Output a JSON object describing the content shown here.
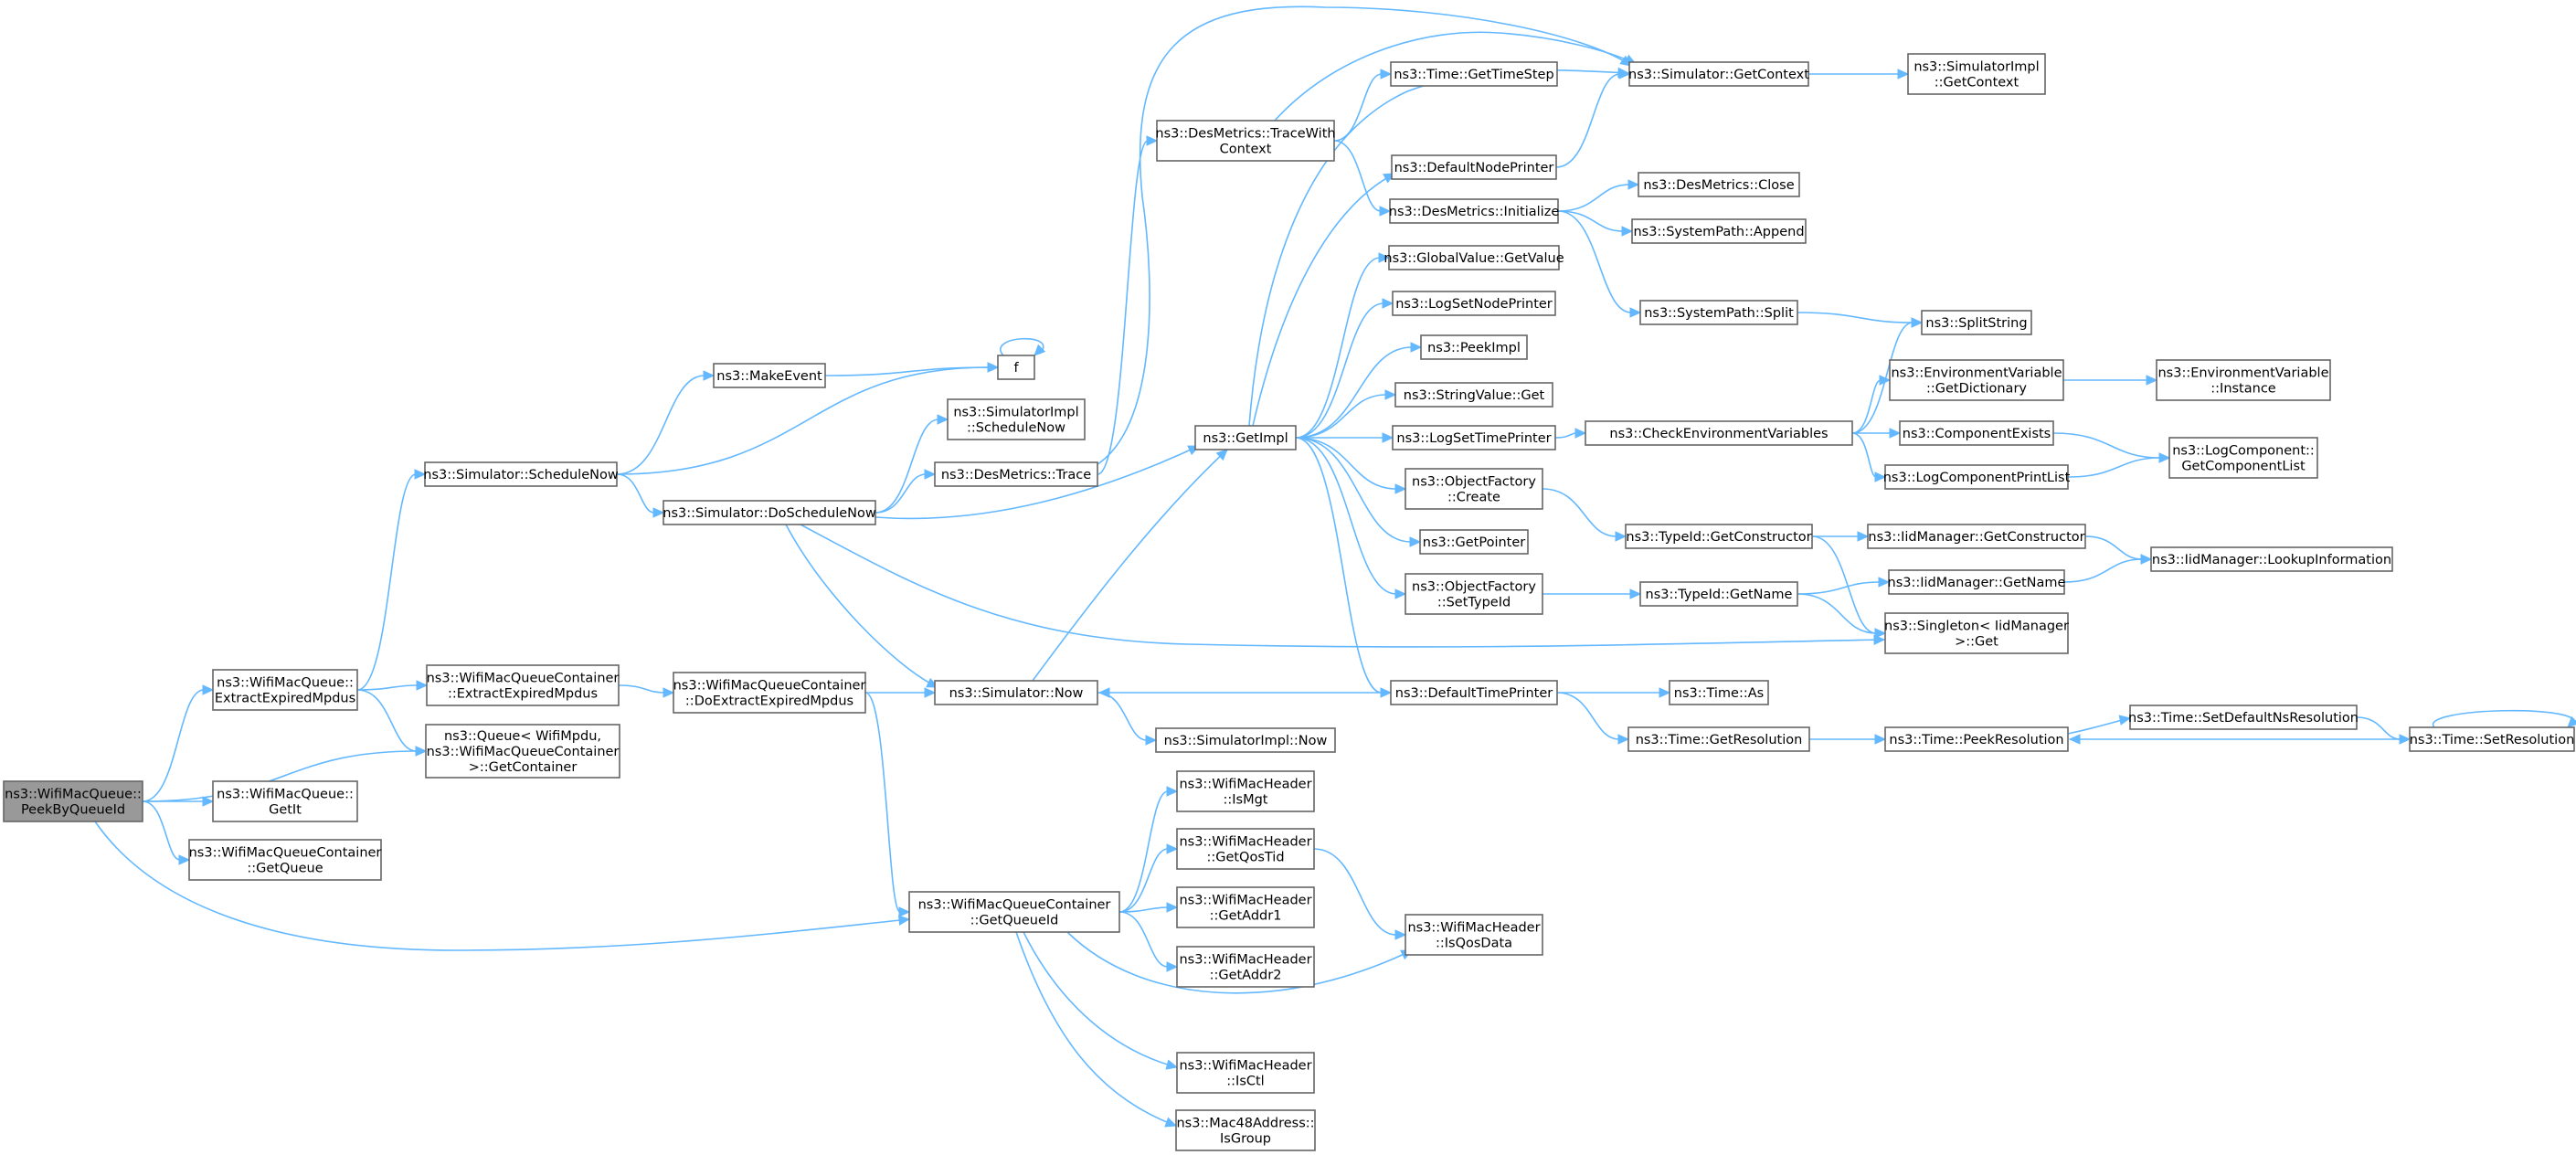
{
  "colors": {
    "edge": "#63b8ff",
    "node_border": "#666666",
    "root_fill": "#999999",
    "node_fill": "#ffffff"
  },
  "graph": {
    "root": "peek",
    "nodes": [
      {
        "id": "peek",
        "lines": [
          "ns3::WifiMacQueue::",
          "PeekByQueueId"
        ]
      },
      {
        "id": "extractExpired",
        "lines": [
          "ns3::WifiMacQueue::",
          "ExtractExpiredMpdus"
        ]
      },
      {
        "id": "queueGetContainer",
        "lines": [
          "ns3::Queue< WifiMpdu,",
          "ns3::WifiMacQueueContainer",
          ">::GetContainer"
        ]
      },
      {
        "id": "getIt",
        "lines": [
          "ns3::WifiMacQueue::",
          "GetIt"
        ]
      },
      {
        "id": "containerGetQueue",
        "lines": [
          "ns3::WifiMacQueueContainer",
          "::GetQueue"
        ]
      },
      {
        "id": "getQueueId",
        "lines": [
          "ns3::WifiMacQueueContainer",
          "::GetQueueId"
        ]
      },
      {
        "id": "scheduleNow",
        "lines": [
          "ns3::Simulator::ScheduleNow"
        ]
      },
      {
        "id": "containerExtract",
        "lines": [
          "ns3::WifiMacQueueContainer",
          "::ExtractExpiredMpdus"
        ]
      },
      {
        "id": "makeEvent",
        "lines": [
          "ns3::MakeEvent"
        ]
      },
      {
        "id": "f",
        "lines": [
          "f"
        ]
      },
      {
        "id": "doScheduleNow",
        "lines": [
          "ns3::Simulator::DoScheduleNow"
        ]
      },
      {
        "id": "doExtract",
        "lines": [
          "ns3::WifiMacQueueContainer",
          "::DoExtractExpiredMpdus"
        ]
      },
      {
        "id": "implScheduleNow",
        "lines": [
          "ns3::SimulatorImpl",
          "::ScheduleNow"
        ]
      },
      {
        "id": "desTrace",
        "lines": [
          "ns3::DesMetrics::Trace"
        ]
      },
      {
        "id": "simNow",
        "lines": [
          "ns3::Simulator::Now"
        ]
      },
      {
        "id": "implNow",
        "lines": [
          "ns3::SimulatorImpl::Now"
        ]
      },
      {
        "id": "getImpl",
        "lines": [
          "ns3::GetImpl"
        ]
      },
      {
        "id": "traceWithContext",
        "lines": [
          "ns3::DesMetrics::TraceWith",
          "Context"
        ]
      },
      {
        "id": "isMgt",
        "lines": [
          "ns3::WifiMacHeader",
          "::IsMgt"
        ]
      },
      {
        "id": "getQosTid",
        "lines": [
          "ns3::WifiMacHeader",
          "::GetQosTid"
        ]
      },
      {
        "id": "getAddr1",
        "lines": [
          "ns3::WifiMacHeader",
          "::GetAddr1"
        ]
      },
      {
        "id": "getAddr2",
        "lines": [
          "ns3::WifiMacHeader",
          "::GetAddr2"
        ]
      },
      {
        "id": "isCtl",
        "lines": [
          "ns3::WifiMacHeader",
          "::IsCtl"
        ]
      },
      {
        "id": "isGroup",
        "lines": [
          "ns3::Mac48Address::",
          "IsGroup"
        ]
      },
      {
        "id": "getTimeStep",
        "lines": [
          "ns3::Time::GetTimeStep"
        ]
      },
      {
        "id": "defaultNodePrinter",
        "lines": [
          "ns3::DefaultNodePrinter"
        ]
      },
      {
        "id": "desInit",
        "lines": [
          "ns3::DesMetrics::Initialize"
        ]
      },
      {
        "id": "gvGetValue",
        "lines": [
          "ns3::GlobalValue::GetValue"
        ]
      },
      {
        "id": "logSetNodePrinter",
        "lines": [
          "ns3::LogSetNodePrinter"
        ]
      },
      {
        "id": "peekImpl",
        "lines": [
          "ns3::PeekImpl"
        ]
      },
      {
        "id": "stringValueGet",
        "lines": [
          "ns3::StringValue::Get"
        ]
      },
      {
        "id": "logSetTimePrinter",
        "lines": [
          "ns3::LogSetTimePrinter"
        ]
      },
      {
        "id": "ofCreate",
        "lines": [
          "ns3::ObjectFactory",
          "::Create"
        ]
      },
      {
        "id": "getPointer",
        "lines": [
          "ns3::GetPointer"
        ]
      },
      {
        "id": "ofSetTypeId",
        "lines": [
          "ns3::ObjectFactory",
          "::SetTypeId"
        ]
      },
      {
        "id": "defaultTimePrinter",
        "lines": [
          "ns3::DefaultTimePrinter"
        ]
      },
      {
        "id": "isQosData",
        "lines": [
          "ns3::WifiMacHeader",
          "::IsQosData"
        ]
      },
      {
        "id": "simGetContext",
        "lines": [
          "ns3::Simulator::GetContext"
        ]
      },
      {
        "id": "desClose",
        "lines": [
          "ns3::DesMetrics::Close"
        ]
      },
      {
        "id": "spAppend",
        "lines": [
          "ns3::SystemPath::Append"
        ]
      },
      {
        "id": "spSplit",
        "lines": [
          "ns3::SystemPath::Split"
        ]
      },
      {
        "id": "checkEnv",
        "lines": [
          "ns3::CheckEnvironmentVariables"
        ]
      },
      {
        "id": "typeGetConstructor",
        "lines": [
          "ns3::TypeId::GetConstructor"
        ]
      },
      {
        "id": "typeGetName",
        "lines": [
          "ns3::TypeId::GetName"
        ]
      },
      {
        "id": "timeAs",
        "lines": [
          "ns3::Time::As"
        ]
      },
      {
        "id": "timeGetResolution",
        "lines": [
          "ns3::Time::GetResolution"
        ]
      },
      {
        "id": "implGetContext",
        "lines": [
          "ns3::SimulatorImpl",
          "::GetContext"
        ]
      },
      {
        "id": "splitString",
        "lines": [
          "ns3::SplitString"
        ]
      },
      {
        "id": "envGetDict",
        "lines": [
          "ns3::EnvironmentVariable",
          "::GetDictionary"
        ]
      },
      {
        "id": "componentExists",
        "lines": [
          "ns3::ComponentExists"
        ]
      },
      {
        "id": "logComponentPrintList",
        "lines": [
          "ns3::LogComponentPrintList"
        ]
      },
      {
        "id": "iidGetConstructor",
        "lines": [
          "ns3::IidManager::GetConstructor"
        ]
      },
      {
        "id": "iidGetName",
        "lines": [
          "ns3::IidManager::GetName"
        ]
      },
      {
        "id": "singletonGet",
        "lines": [
          "ns3::Singleton< IidManager",
          ">::Get"
        ]
      },
      {
        "id": "peekResolution",
        "lines": [
          "ns3::Time::PeekResolution"
        ]
      },
      {
        "id": "envInstance",
        "lines": [
          "ns3::EnvironmentVariable",
          "::Instance"
        ]
      },
      {
        "id": "logGetComponentList",
        "lines": [
          "ns3::LogComponent::",
          "GetComponentList"
        ]
      },
      {
        "id": "iidLookup",
        "lines": [
          "ns3::IidManager::LookupInformation"
        ]
      },
      {
        "id": "setDefaultNsResolution",
        "lines": [
          "ns3::Time::SetDefaultNsResolution"
        ]
      },
      {
        "id": "setResolution",
        "lines": [
          "ns3::Time::SetResolution"
        ]
      }
    ],
    "edges": [
      [
        "peek",
        "extractExpired"
      ],
      [
        "peek",
        "queueGetContainer"
      ],
      [
        "peek",
        "getIt"
      ],
      [
        "peek",
        "containerGetQueue"
      ],
      [
        "peek",
        "getQueueId"
      ],
      [
        "extractExpired",
        "scheduleNow"
      ],
      [
        "extractExpired",
        "containerExtract"
      ],
      [
        "extractExpired",
        "queueGetContainer"
      ],
      [
        "scheduleNow",
        "makeEvent"
      ],
      [
        "scheduleNow",
        "f"
      ],
      [
        "scheduleNow",
        "doScheduleNow"
      ],
      [
        "makeEvent",
        "f"
      ],
      [
        "f",
        "f"
      ],
      [
        "doScheduleNow",
        "implScheduleNow"
      ],
      [
        "doScheduleNow",
        "desTrace"
      ],
      [
        "doScheduleNow",
        "getImpl"
      ],
      [
        "doScheduleNow",
        "simNow"
      ],
      [
        "doScheduleNow",
        "singletonGet"
      ],
      [
        "containerExtract",
        "doExtract"
      ],
      [
        "doExtract",
        "simNow"
      ],
      [
        "doExtract",
        "getQueueId"
      ],
      [
        "desTrace",
        "traceWithContext"
      ],
      [
        "desTrace",
        "simGetContext"
      ],
      [
        "simNow",
        "getImpl"
      ],
      [
        "simNow",
        "implNow"
      ],
      [
        "getImpl",
        "simGetContext"
      ],
      [
        "getImpl",
        "defaultNodePrinter"
      ],
      [
        "getImpl",
        "gvGetValue"
      ],
      [
        "getImpl",
        "logSetNodePrinter"
      ],
      [
        "getImpl",
        "peekImpl"
      ],
      [
        "getImpl",
        "stringValueGet"
      ],
      [
        "getImpl",
        "logSetTimePrinter"
      ],
      [
        "getImpl",
        "ofCreate"
      ],
      [
        "getImpl",
        "getPointer"
      ],
      [
        "getImpl",
        "ofSetTypeId"
      ],
      [
        "getImpl",
        "defaultTimePrinter"
      ],
      [
        "traceWithContext",
        "getTimeStep"
      ],
      [
        "traceWithContext",
        "simGetContext"
      ],
      [
        "traceWithContext",
        "desInit"
      ],
      [
        "defaultNodePrinter",
        "simGetContext"
      ],
      [
        "desInit",
        "desClose"
      ],
      [
        "desInit",
        "spAppend"
      ],
      [
        "desInit",
        "spSplit"
      ],
      [
        "spSplit",
        "splitString"
      ],
      [
        "logSetTimePrinter",
        "checkEnv"
      ],
      [
        "checkEnv",
        "splitString"
      ],
      [
        "checkEnv",
        "envGetDict"
      ],
      [
        "checkEnv",
        "componentExists"
      ],
      [
        "checkEnv",
        "logComponentPrintList"
      ],
      [
        "envGetDict",
        "envInstance"
      ],
      [
        "componentExists",
        "logGetComponentList"
      ],
      [
        "logComponentPrintList",
        "logGetComponentList"
      ],
      [
        "ofCreate",
        "typeGetConstructor"
      ],
      [
        "typeGetConstructor",
        "iidGetConstructor"
      ],
      [
        "typeGetConstructor",
        "singletonGet"
      ],
      [
        "iidGetConstructor",
        "iidLookup"
      ],
      [
        "ofSetTypeId",
        "typeGetName"
      ],
      [
        "typeGetName",
        "iidGetName"
      ],
      [
        "typeGetName",
        "singletonGet"
      ],
      [
        "iidGetName",
        "iidLookup"
      ],
      [
        "defaultTimePrinter",
        "simNow"
      ],
      [
        "defaultTimePrinter",
        "timeAs"
      ],
      [
        "defaultTimePrinter",
        "timeGetResolution"
      ],
      [
        "timeGetResolution",
        "peekResolution"
      ],
      [
        "peekResolution",
        "setDefaultNsResolution"
      ],
      [
        "setDefaultNsResolution",
        "setResolution"
      ],
      [
        "setResolution",
        "peekResolution"
      ],
      [
        "setResolution",
        "setResolution"
      ],
      [
        "simGetContext",
        "implGetContext"
      ],
      [
        "getQueueId",
        "isMgt"
      ],
      [
        "getQueueId",
        "getQosTid"
      ],
      [
        "getQueueId",
        "getAddr1"
      ],
      [
        "getQueueId",
        "getAddr2"
      ],
      [
        "getQueueId",
        "isCtl"
      ],
      [
        "getQueueId",
        "isGroup"
      ],
      [
        "getQueueId",
        "isQosData"
      ],
      [
        "getQosTid",
        "isQosData"
      ]
    ]
  }
}
